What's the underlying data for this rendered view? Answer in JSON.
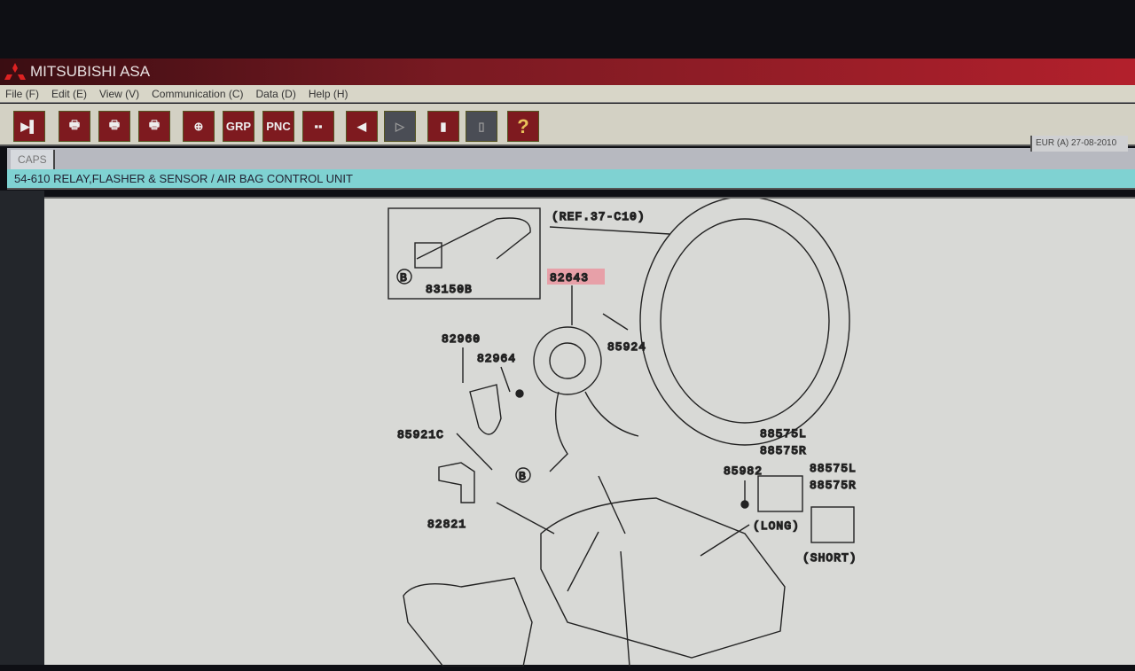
{
  "app": {
    "title": "MITSUBISHI ASA"
  },
  "menu": [
    "File (F)",
    "Edit (E)",
    "View (V)",
    "Communication (C)",
    "Data (D)",
    "Help (H)"
  ],
  "toolbar": {
    "grp": "GRP",
    "pnc": "PNC",
    "help": "?"
  },
  "tab": "CAPS",
  "status": "EUR (A)  27-08-2010",
  "caption": "54-610  RELAY,FLASHER & SENSOR / AIR BAG CONTROL UNIT",
  "diagram": {
    "ref": "(REF.37-C10)",
    "p1": "83150B",
    "p2": "82643",
    "p3": "85924",
    "p4": "82960",
    "p5": "82964",
    "p6": "85921C",
    "p7": "82821",
    "p8": "85982",
    "p9a": "88575L",
    "p9b": "88575R",
    "p10a": "88575L",
    "p10b": "88575R",
    "long": "(LONG)",
    "short": "(SHORT)",
    "b1": "B",
    "b2": "B"
  },
  "colors": {
    "highlight": "#e7a0a8",
    "caption_bg": "#7fd2d2",
    "titlebar": "#b3202c"
  }
}
